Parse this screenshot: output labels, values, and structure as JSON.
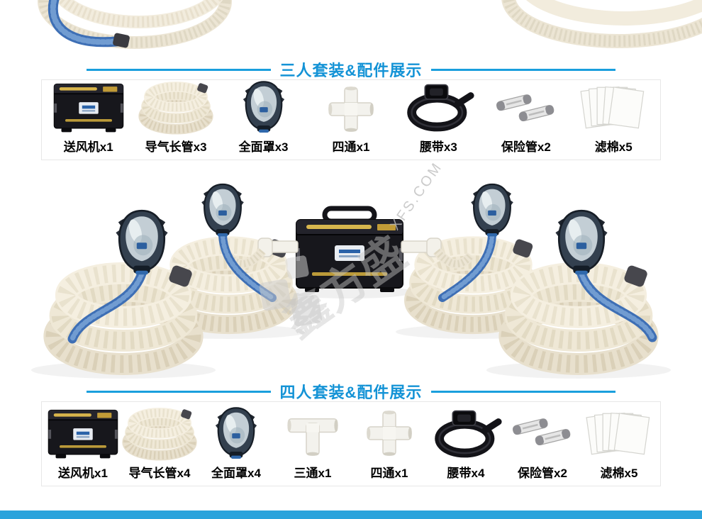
{
  "theme": {
    "section_line_blue": "#1a9fdd",
    "section_title_blue": "#1493d6",
    "bottom_bar_blue": "#2aa3dc",
    "hose_cream": "#ece5d4",
    "breathing_tube_blue": "#3e6fb5",
    "label_color": "#000000"
  },
  "sections": [
    {
      "title": "三人套装&配件展示",
      "items": [
        {
          "label": "送风机x1",
          "icon": "blower-machine-icon"
        },
        {
          "label": "导气长管x3",
          "icon": "air-hose-coil-icon"
        },
        {
          "label": "全面罩x3",
          "icon": "full-face-mask-icon"
        },
        {
          "label": "四通x1",
          "icon": "four-way-connector-icon"
        },
        {
          "label": "腰带x3",
          "icon": "waist-belt-icon"
        },
        {
          "label": "保险管x2",
          "icon": "fuse-tube-icon"
        },
        {
          "label": "滤棉x5",
          "icon": "filter-cotton-icon"
        }
      ]
    },
    {
      "title": "四人套装&配件展示",
      "items": [
        {
          "label": "送风机x1",
          "icon": "blower-machine-icon"
        },
        {
          "label": "导气长管x4",
          "icon": "air-hose-coil-icon"
        },
        {
          "label": "全面罩x4",
          "icon": "full-face-mask-icon"
        },
        {
          "label": "三通x1",
          "icon": "three-way-connector-icon"
        },
        {
          "label": "四通x1",
          "icon": "four-way-connector-icon"
        },
        {
          "label": "腰带x4",
          "icon": "waist-belt-icon"
        },
        {
          "label": "保险管x2",
          "icon": "fuse-tube-icon"
        },
        {
          "label": "滤棉x5",
          "icon": "filter-cotton-icon"
        }
      ]
    }
  ],
  "watermark": {
    "brand": "鑫方盛",
    "site": "XFS.COM"
  }
}
